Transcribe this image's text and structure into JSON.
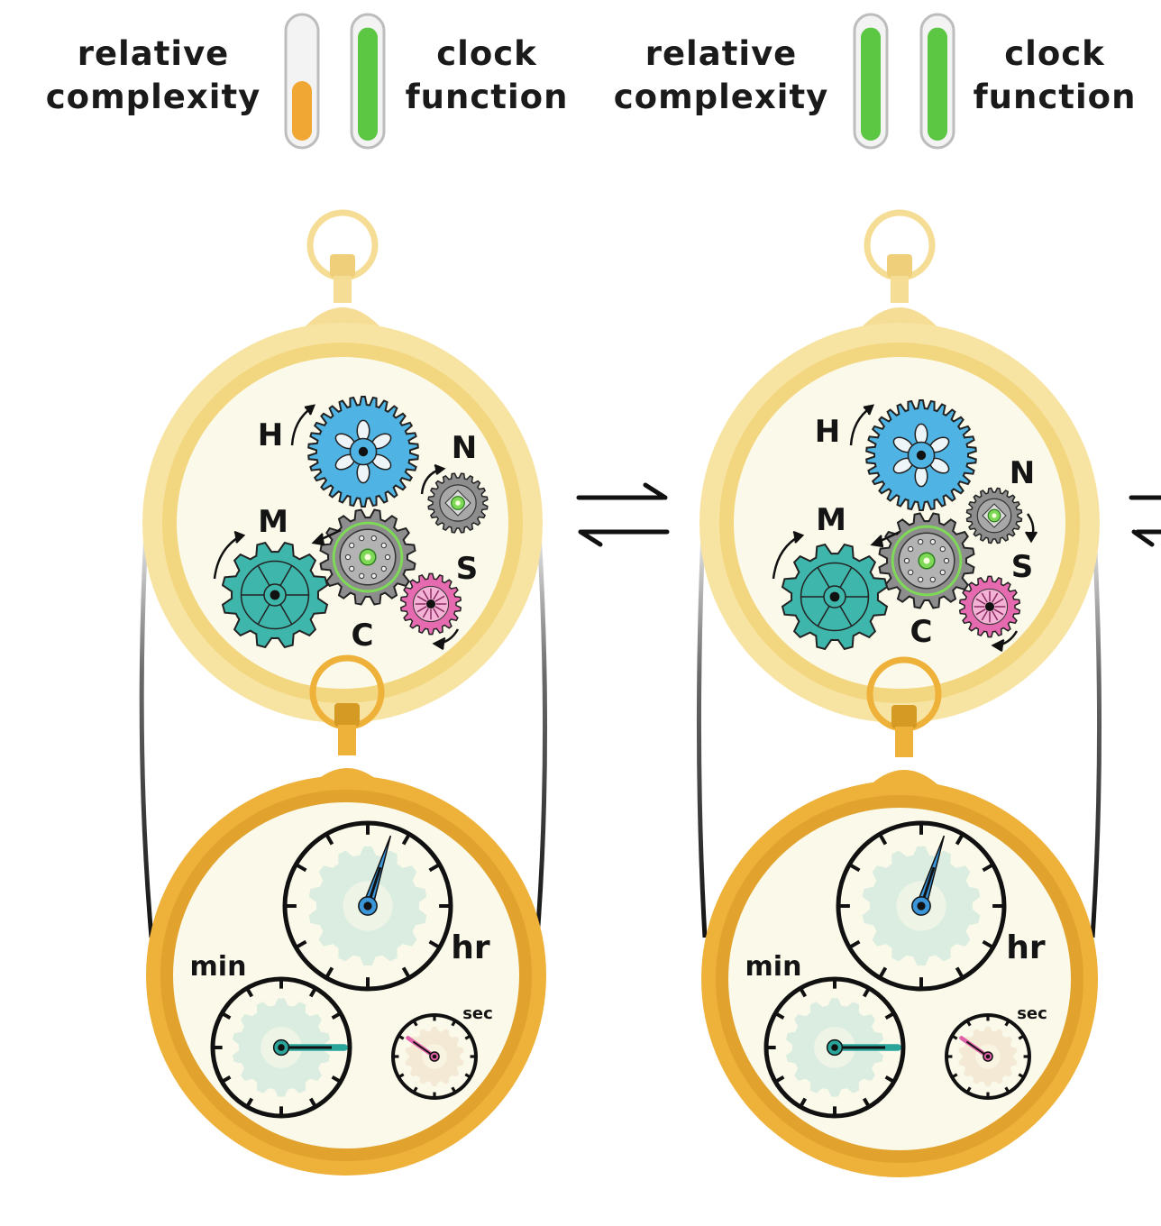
{
  "legend": [
    {
      "complexity_label_line1": "relative",
      "complexity_label_line2": "complexity",
      "function_label_line1": "clock",
      "function_label_line2": "function",
      "complexity_level": 0.5,
      "complexity_color": "#f0a733",
      "function_level": 0.95,
      "function_color": "#5cc742"
    },
    {
      "complexity_label_line1": "relative",
      "complexity_label_line2": "complexity",
      "function_label_line1": "clock",
      "function_label_line2": "function",
      "complexity_level": 0.95,
      "complexity_color": "#5cc742",
      "function_level": 0.95,
      "function_color": "#5cc742"
    }
  ],
  "clocks": [
    {
      "gear_labels": {
        "h": "H",
        "n": "N",
        "m": "M",
        "c": "C",
        "s": "S"
      },
      "dial_labels": {
        "hr": "hr",
        "min": "min",
        "sec": "sec"
      }
    },
    {
      "gear_labels": {
        "h": "H",
        "n": "N",
        "m": "M",
        "c": "C",
        "s": "S"
      },
      "dial_labels": {
        "hr": "hr",
        "min": "min",
        "sec": "sec"
      }
    }
  ],
  "colors": {
    "case_light": "#f8e4a2",
    "case_rim": "#f3d37d",
    "case_gold": "#eeb13a",
    "case_gold_dark": "#d59a24",
    "face": "#fbfaea",
    "gear_h": "#4fb3e3",
    "gear_m": "#3fb6ab",
    "gear_c": "#8d8d8d",
    "gear_n": "#8d8d8d",
    "gear_s": "#e56aaf",
    "gear_core_green": "#7ed957",
    "hand_hr": "#3b95d9",
    "hand_min": "#2aa59b",
    "hand_sec": "#e060a8"
  },
  "icons": [
    "equilibrium-arrows-icon",
    "rotation-arrow-icon"
  ]
}
